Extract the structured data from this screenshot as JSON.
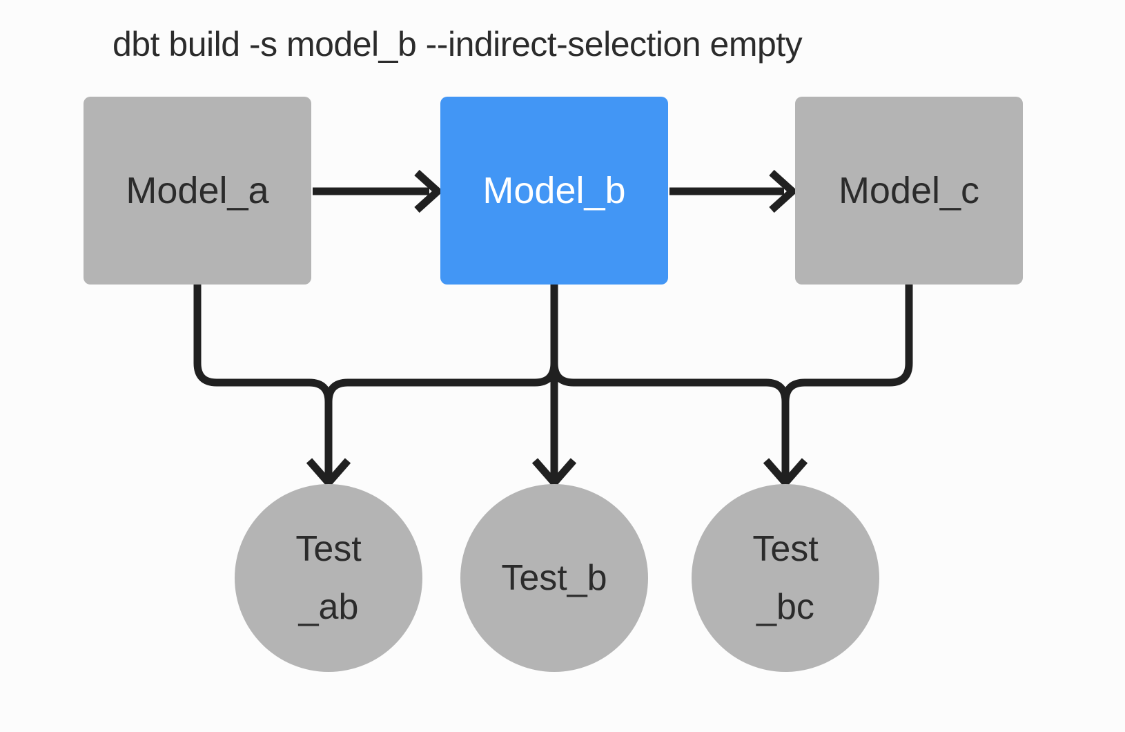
{
  "title": "dbt build -s model_b --indirect-selection empty",
  "colors": {
    "background": "#fcfcfc",
    "selected_fill": "#4296f5",
    "unselected_fill": "#b4b4b4",
    "edge": "#202020",
    "text_dark": "#2b2b2b",
    "text_light": "#ffffff"
  },
  "nodes": {
    "model_a": {
      "label": "Model_a",
      "type": "model",
      "state": "unselected"
    },
    "model_b": {
      "label": "Model_b",
      "type": "model",
      "state": "selected"
    },
    "model_c": {
      "label": "Model_c",
      "type": "model",
      "state": "unselected"
    },
    "test_ab": {
      "label": "Test_ab",
      "line1": "Test",
      "line2": "_ab",
      "type": "test",
      "state": "unselected"
    },
    "test_b": {
      "label": "Test_b",
      "line1": "Test_b",
      "type": "test",
      "state": "unselected"
    },
    "test_bc": {
      "label": "Test_bc",
      "line1": "Test",
      "line2": "_bc",
      "type": "test",
      "state": "unselected"
    }
  },
  "edges": [
    {
      "from": "model_a",
      "to": "model_b"
    },
    {
      "from": "model_b",
      "to": "model_c"
    },
    {
      "from": "model_a",
      "to": "test_ab"
    },
    {
      "from": "model_b",
      "to": "test_ab"
    },
    {
      "from": "model_b",
      "to": "test_b"
    },
    {
      "from": "model_b",
      "to": "test_bc"
    },
    {
      "from": "model_c",
      "to": "test_bc"
    }
  ]
}
